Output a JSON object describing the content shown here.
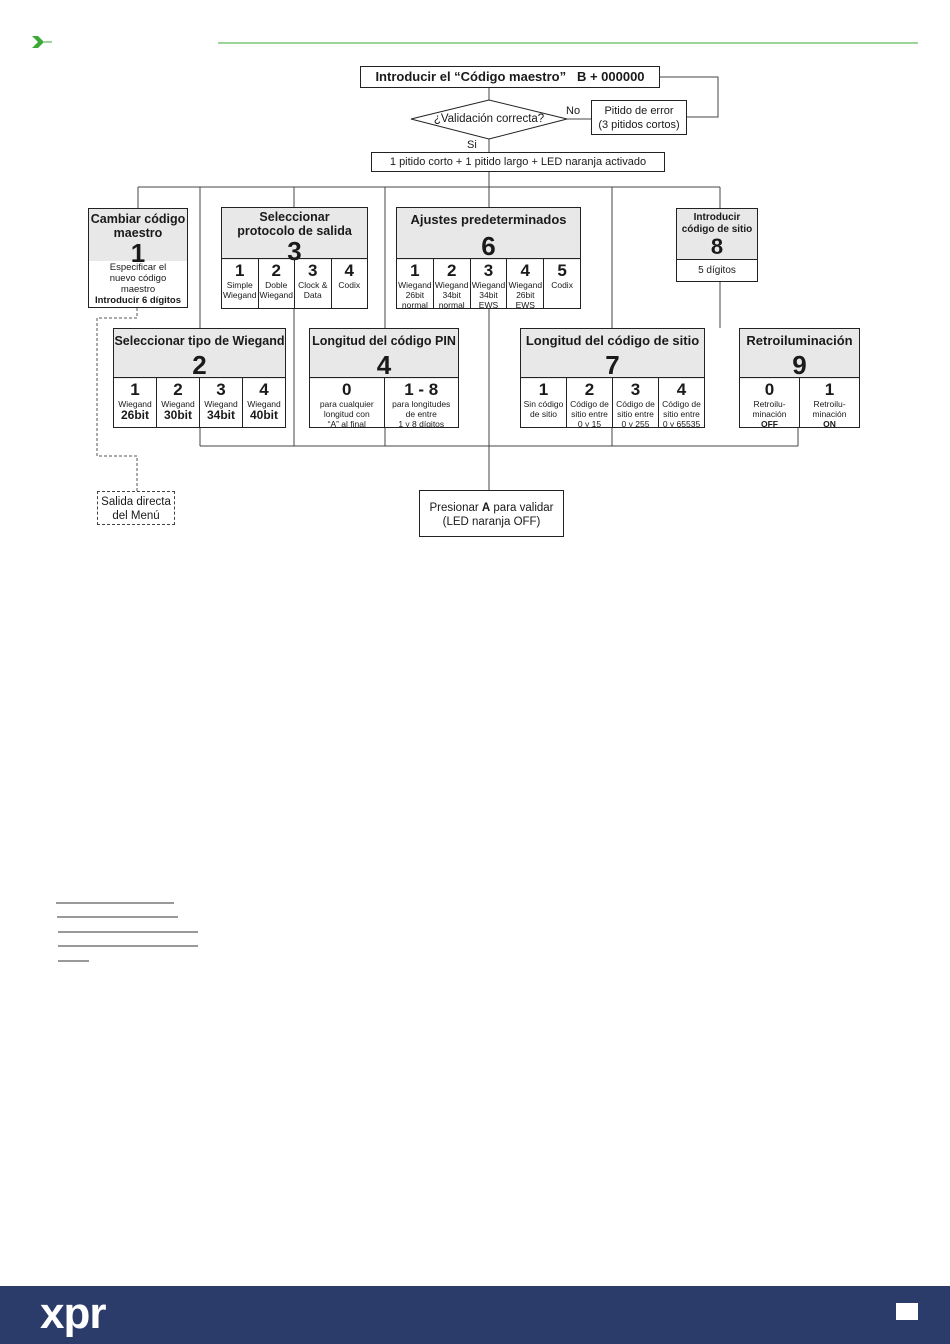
{
  "header": {
    "accent_color": "#3aa935",
    "arrow_icon": "chevron-right-icon"
  },
  "flow": {
    "start": "Introducir el “Código maestro”   B + 000000",
    "validation": "¿Validación correcta?",
    "no_label": "No",
    "si_label": "Si",
    "error": "Pitido de error\n(3 pitidos cortos)",
    "confirm": "1 pitido corto + 1 pitido largo + LED naranja activado",
    "validate_prefix": "Presionar ",
    "validate_key": "A",
    "validate_suffix": " para validar",
    "validate_line2": "(LED naranja OFF)",
    "exit": "Salida directa\ndel Menú"
  },
  "menu1": {
    "title": "Cambiar código maestro",
    "num": "1",
    "desc": "Especificar el nuevo código maestro",
    "desc_bold": "Introducir 6 dígitos"
  },
  "menu3": {
    "title": "Seleccionar protocolo de salida",
    "num": "3",
    "options": [
      {
        "num": "1",
        "text": "Simple\nWiegand"
      },
      {
        "num": "2",
        "text": "Doble\nWiegand"
      },
      {
        "num": "3",
        "text": "Clock &\nData"
      },
      {
        "num": "4",
        "text": "Codix"
      }
    ]
  },
  "menu6": {
    "title": "Ajustes predeterminados",
    "num": "6",
    "options": [
      {
        "num": "1",
        "text": "Wiegand\n26bit\nnormal"
      },
      {
        "num": "2",
        "text": "Wiegand\n34bit\nnormal"
      },
      {
        "num": "3",
        "text": "Wiegand\n34bit\nEWS"
      },
      {
        "num": "4",
        "text": "Wiegand\n26bit\nEWS"
      },
      {
        "num": "5",
        "text": "Codix"
      }
    ]
  },
  "menu8": {
    "title": "Introducir código de sitio",
    "num": "8",
    "desc": "5 dígitos"
  },
  "menu2": {
    "title": "Seleccionar tipo de Wiegand",
    "num": "2",
    "options": [
      {
        "num": "1",
        "text": "Wiegand",
        "bold": "26bit"
      },
      {
        "num": "2",
        "text": "Wiegand",
        "bold": "30bit"
      },
      {
        "num": "3",
        "text": "Wiegand",
        "bold": "34bit"
      },
      {
        "num": "4",
        "text": "Wiegand",
        "bold": "40bit"
      }
    ]
  },
  "menu4": {
    "title": "Longitud del código PIN",
    "num": "4",
    "options": [
      {
        "num": "0",
        "text": "para cualquier\nlongitud con\n“A” al final"
      },
      {
        "num": "1 - 8",
        "text": "para longitudes\nde entre\n1 y 8 dígitos"
      }
    ]
  },
  "menu7": {
    "title": "Longitud del código de sitio",
    "num": "7",
    "options": [
      {
        "num": "1",
        "text": "Sin código\nde sitio"
      },
      {
        "num": "2",
        "text": "Código de\nsitio entre\n0 y 15"
      },
      {
        "num": "3",
        "text": "Código de\nsitio entre\n0 y 255"
      },
      {
        "num": "4",
        "text": "Código de\nsitio entre\n0 y 65535"
      }
    ]
  },
  "menu9": {
    "title": "Retroiluminación",
    "num": "9",
    "options": [
      {
        "num": "0",
        "text": "Retroilu-\nminación",
        "bold": "OFF"
      },
      {
        "num": "1",
        "text": "Retroilu-\nminación",
        "bold": "ON"
      }
    ]
  },
  "footer": {
    "logo": "xpr",
    "bg_color": "#2b3c6b"
  }
}
